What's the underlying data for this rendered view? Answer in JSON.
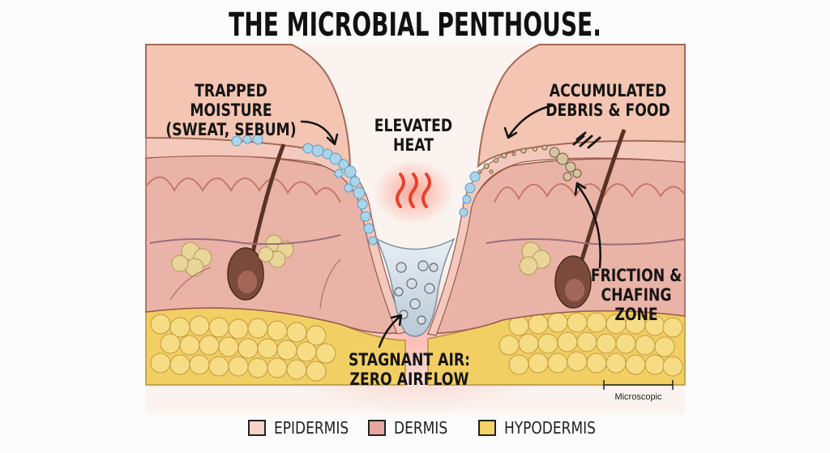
{
  "title": "THE MICROBIAL PENTHOUSE.",
  "labels": {
    "moisture": [
      "TRAPPED MOISTURE",
      "(SWEAT, SEBUM)"
    ],
    "heat": [
      "ELEVATED",
      "HEAT"
    ],
    "debris": [
      "ACCUMULATED",
      "DEBRIS & FOOD"
    ],
    "friction": [
      "FRICTION &",
      "CHAFING",
      "ZONE"
    ],
    "air": [
      "STAGNANT AIR:",
      "ZERO AIRFLOW"
    ]
  },
  "scale_bar": "Microscopic",
  "legend": [
    {
      "label": "EPIDERMIS",
      "color": "#f6d2c8"
    },
    {
      "label": "DERMIS",
      "color": "#e7a89b"
    },
    {
      "label": "HYPODERMIS",
      "color": "#f3d36a"
    }
  ],
  "colors": {
    "skin_surface": "#f4c7b6",
    "epidermis": "#f6d2c8",
    "dermis": "#e8b1a6",
    "hypodermis": "#f1cf63",
    "moisture": "#a9d4ea",
    "heat": "#e8412b",
    "outline": "#6b3a30"
  }
}
